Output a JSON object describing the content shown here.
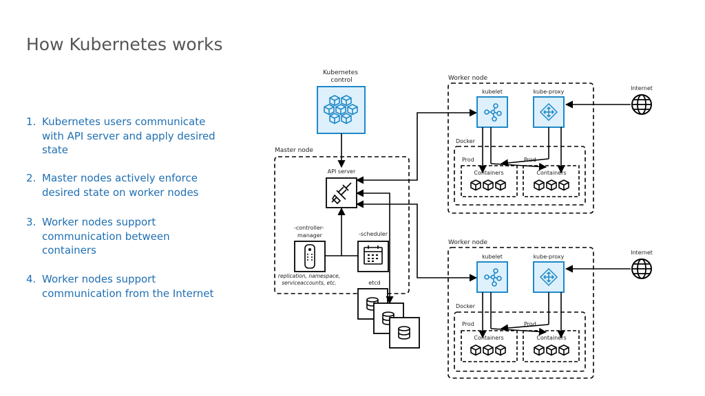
{
  "page": {
    "title": "How Kubernetes works"
  },
  "steps": [
    {
      "num": "1.",
      "text": "Kubernetes users communicate with API server and apply desired state"
    },
    {
      "num": "2.",
      "text": "Master nodes actively enforce desired state on worker nodes"
    },
    {
      "num": "3.",
      "text": "Worker nodes support communication between containers"
    },
    {
      "num": "4.",
      "text": "Worker nodes support communication from the Internet"
    }
  ],
  "diagram": {
    "k8s_control_label": "Kubernetes control",
    "master": {
      "label": "Master node",
      "api_server": "API server",
      "controller_manager": "-controller-manager",
      "scheduler": "-scheduler",
      "controller_note": "replication, namespace, serviceaccounts, etc.",
      "etcd": "etcd"
    },
    "workers": [
      {
        "label": "Worker node",
        "kubelet": "kubelet",
        "kube_proxy": "kube-proxy",
        "docker": "Docker",
        "prod_left": "Prod",
        "prod_right": "Prod",
        "containers_left": "Containers",
        "containers_right": "Containers",
        "internet": "Internet"
      },
      {
        "label": "Worker node",
        "kubelet": "kubelet",
        "kube_proxy": "kube-proxy",
        "docker": "Docker",
        "prod_left": "Prod",
        "prod_right": "Prod",
        "containers_left": "Containers",
        "containers_right": "Containers",
        "internet": "Internet"
      }
    ]
  },
  "colors": {
    "accent": "#1e88c8",
    "accent_fill": "#ddf0fb",
    "title": "#555555",
    "text_blue": "#1f6fb2"
  }
}
